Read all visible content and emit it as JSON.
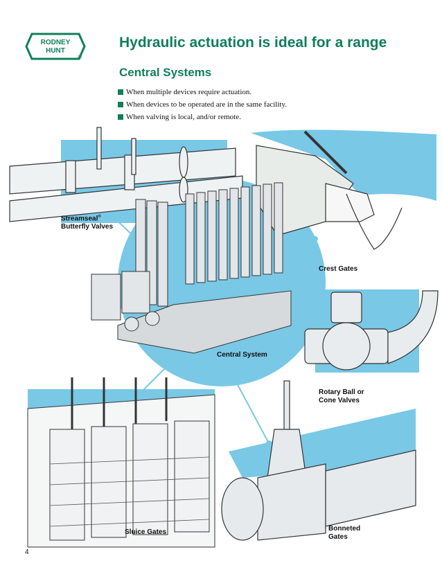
{
  "logo": {
    "line1": "RODNEY",
    "line2": "HUNT",
    "mark": "®"
  },
  "title": "Hydraulic actuation is ideal for a range",
  "section": {
    "heading": "Central Systems",
    "bullets": [
      "When multiple devices require actuation.",
      "When devices to be operated are in the same facility.",
      "When valving is local, and/or remote."
    ]
  },
  "labels": {
    "butterfly": {
      "line1": "Streamseal",
      "sup": "®",
      "line2": "Butterfly Valves"
    },
    "crest": "Crest Gates",
    "central": "Central System",
    "rotary": {
      "line1": "Rotary Ball or",
      "line2": "Cone Valves"
    },
    "sluice": "Sluice Gates",
    "bonneted": {
      "line1": "Bonneted",
      "line2": "Gates"
    }
  },
  "page_number": "4",
  "colors": {
    "brand_green": "#0f7f5b",
    "accent_blue": "#79c8e6"
  }
}
